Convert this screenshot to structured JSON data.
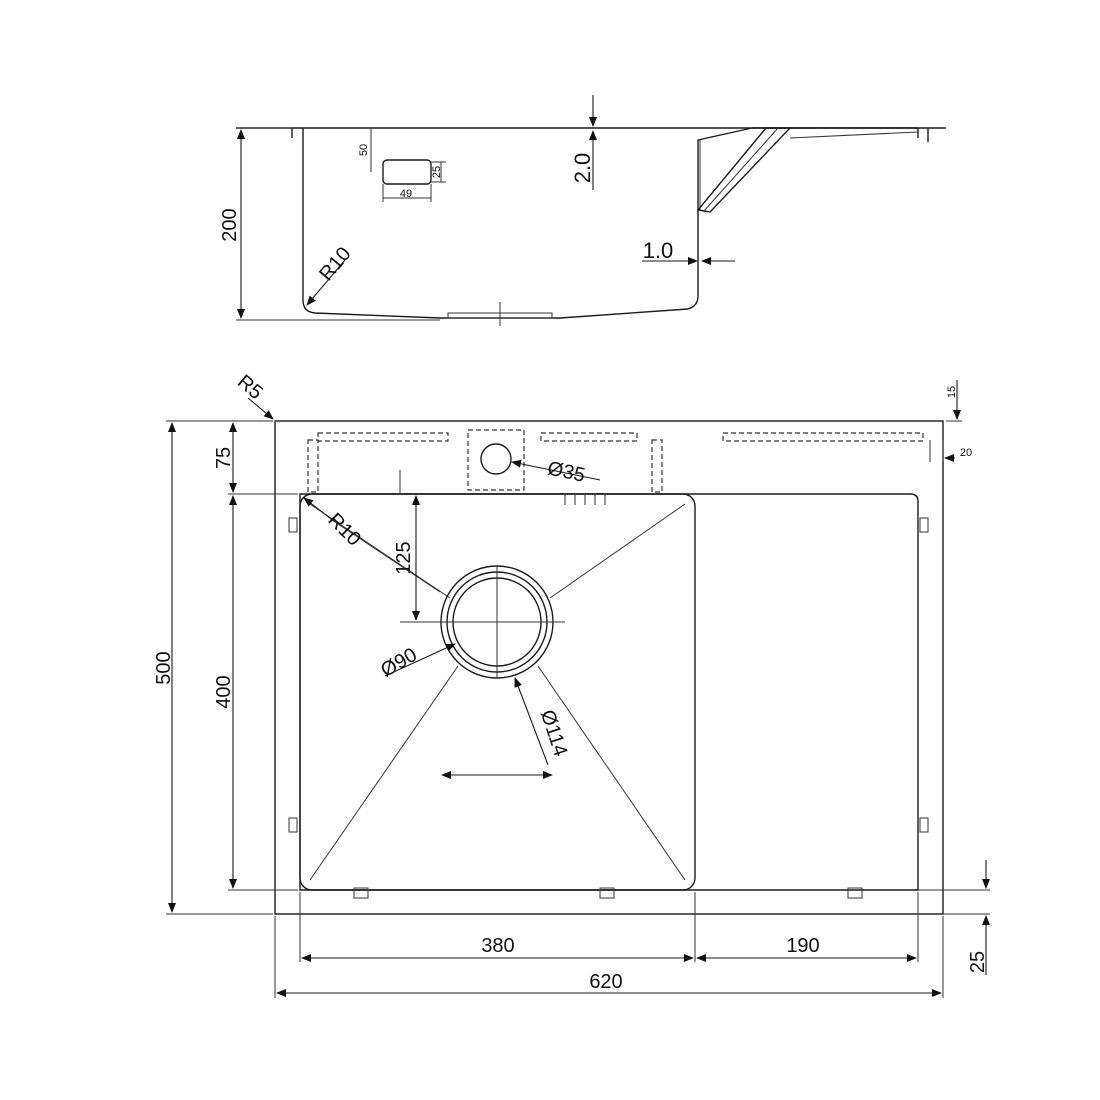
{
  "side_view": {
    "height_total": "200",
    "thickness": "2.0",
    "flange": "1.0",
    "radius": "R10",
    "overflow_height": "50",
    "overflow_width": "49",
    "overflow_size": "25"
  },
  "top_view": {
    "corner_radius": "R5",
    "back_margin": "75",
    "length_total": "500",
    "bowl_length": "400",
    "bowl_radius": "R10",
    "drain_offset": "125",
    "drain_diameter": "Ø90",
    "drain_outer_diameter": "Ø114",
    "tap_hole": "Ø35",
    "edge_top": "15",
    "edge_side": "20",
    "edge_front": "25",
    "bowl_width": "380",
    "drainer_width": "190",
    "width_total": "620"
  }
}
